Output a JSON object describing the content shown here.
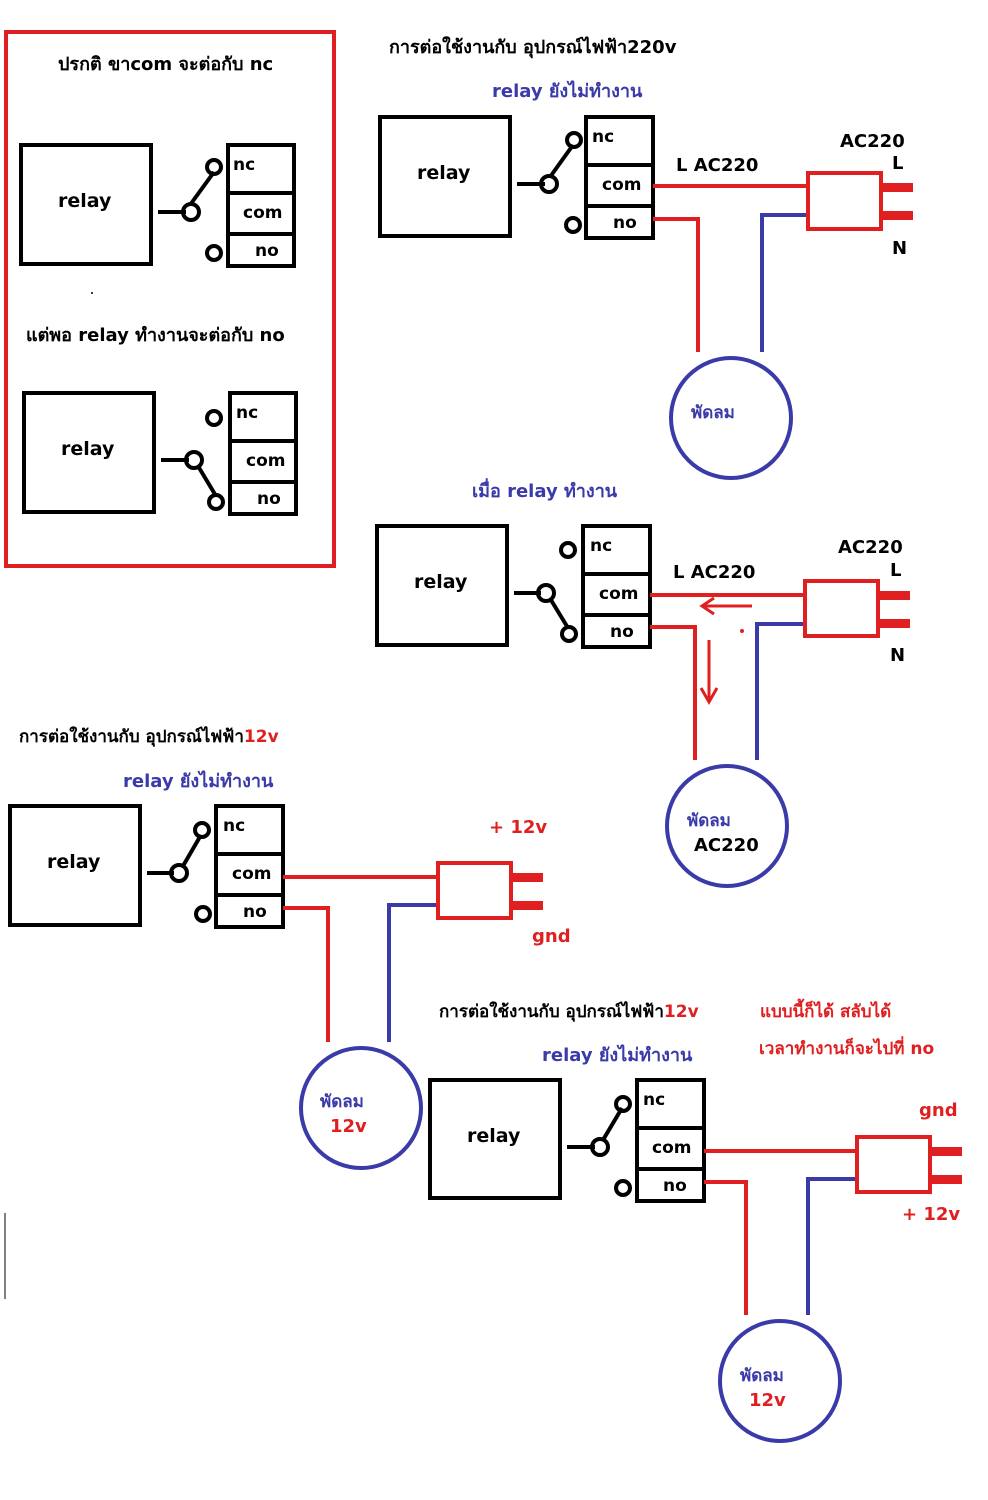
{
  "legend_panel": {
    "normal_text": "ปรกติ   ขาcom จะต่อกับ   nc",
    "active_text": "แต่พอ   relay ทำงานจะต่อกับ   no",
    "border_color": "#e02020"
  },
  "labels": {
    "relay": "relay",
    "nc": "nc",
    "com": "com",
    "no": "no",
    "fan": "พัดลม",
    "l_ac220": "L AC220",
    "ac220": "AC220",
    "l": "L",
    "n": "N",
    "plus_12v": "+ 12v",
    "gnd": "gnd",
    "v12": "12v"
  },
  "section_220v": {
    "title": "การต่อใช้งานกับ   อุปกรณ์ไฟฟ้า220v",
    "state_off": "relay ยังไม่ทำงาน",
    "state_on": "เมื่อ   relay ทำงาน"
  },
  "section_12v": {
    "title_prefix": "การต่อใช้งานกับ   อุปกรณ์ไฟฟ้า",
    "title_suffix": "12v",
    "state_off": "relay ยังไม่ทำงาน"
  },
  "section_12v_alt": {
    "title_prefix": "การต่อใช้งานกับ   อุปกรณ์ไฟฟ้า",
    "title_suffix": "12v",
    "note_line1": "แบบนี้ก็ได้   สลับได้",
    "note_line2": "เวลาทำงานก็จะไปที่   no",
    "state_off": "relay ยังไม่ทำงาน"
  },
  "colors": {
    "line_wire": "#e02020",
    "neutral_wire": "#3a3aa8",
    "outline": "#000000"
  }
}
